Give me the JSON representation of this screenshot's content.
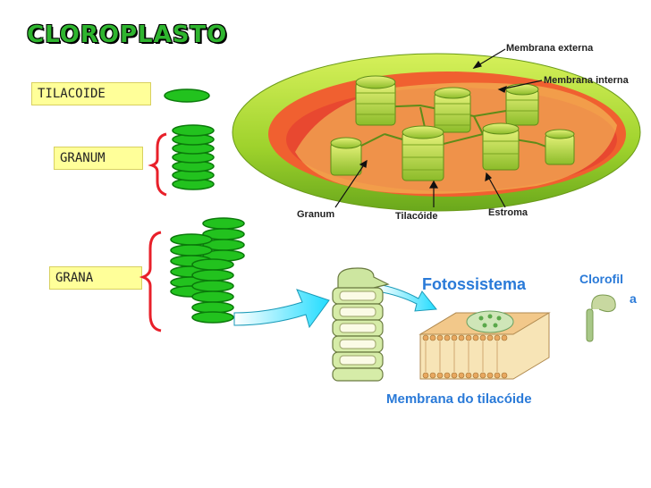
{
  "title": "CLOROPLASTO",
  "labels": {
    "tilacoide": "TILACOIDE",
    "granum": "GRANUM",
    "grana": "GRANA"
  },
  "chloroplast": {
    "membrana_externa": "Membrana externa",
    "membrana_interna": "Membrana interna",
    "granum": "Granum",
    "tilacoide": "Tilacóide",
    "estroma": "Estroma"
  },
  "membrane": {
    "fotossistema": "Fotossistema",
    "clorofila_line1": "Clorofil",
    "clorofila_line2": "a",
    "membrana_tilacoide": "Membrana do tilacóide"
  },
  "colors": {
    "green": "#22c21e",
    "title_green": "#2fb52f",
    "label_bg": "#ffff99",
    "red_bracket": "#e8202a",
    "blue_text": "#2a7ad8",
    "cyan_arrow": "#33e8ff"
  }
}
